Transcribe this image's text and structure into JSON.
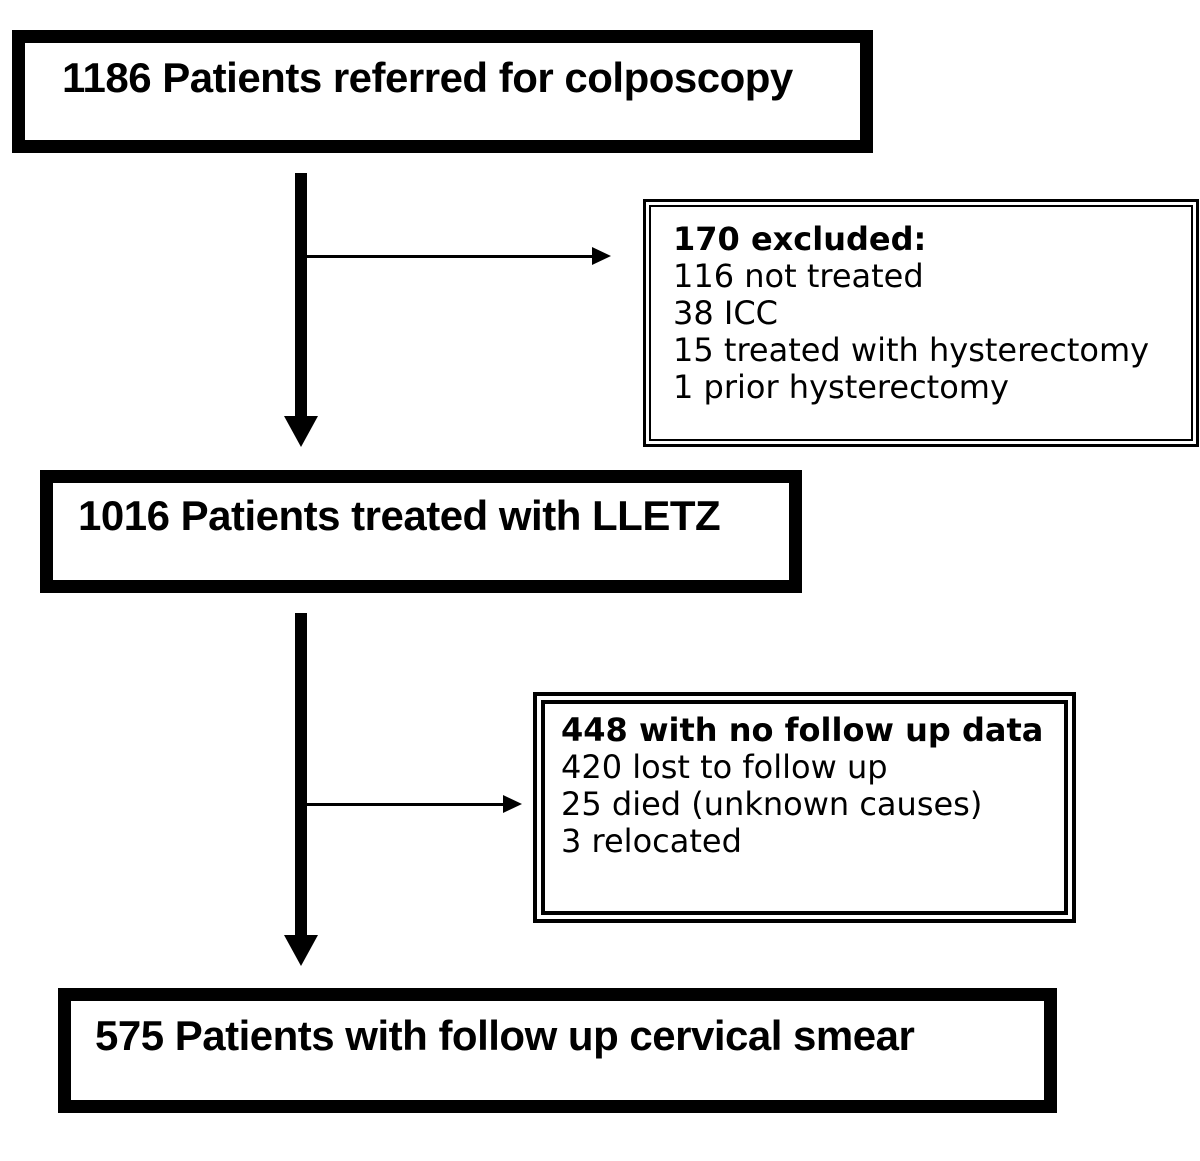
{
  "diagram": {
    "kind": "patient-flow-chart",
    "colors": {
      "ink": "#000000",
      "background": "#ffffff"
    },
    "nodes": {
      "referred": {
        "label": "1186 Patients referred for colposcopy"
      },
      "excluded": {
        "title": "170 excluded:",
        "items": [
          "116 not treated",
          "38 ICC",
          "15 treated with hysterectomy",
          "1 prior hysterectomy"
        ]
      },
      "treated": {
        "label": "1016 Patients treated with LLETZ"
      },
      "no_follow_up": {
        "title": "448 with no follow up data",
        "items": [
          "420 lost to follow up",
          "25 died (unknown causes)",
          "3 relocated"
        ]
      },
      "follow_up": {
        "label": "575 Patients with follow up cervical smear"
      }
    },
    "edges": [
      {
        "from": "referred",
        "to": "treated",
        "style": "thick-down-arrow"
      },
      {
        "from": "referred-treated-connector",
        "to": "excluded",
        "style": "thin-right-arrow"
      },
      {
        "from": "treated",
        "to": "follow_up",
        "style": "thick-down-arrow"
      },
      {
        "from": "treated-followup-connector",
        "to": "no_follow_up",
        "style": "thin-right-arrow"
      }
    ]
  }
}
